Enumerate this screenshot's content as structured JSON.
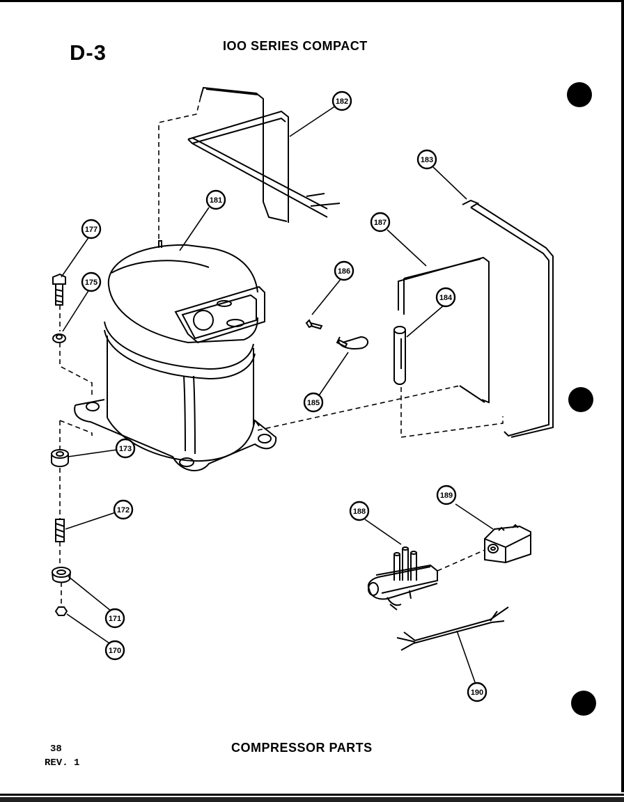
{
  "header": {
    "section_code": "D-3",
    "series_title": "IOO SERIES COMPACT"
  },
  "footer": {
    "title": "COMPRESSOR PARTS",
    "page_number": "38",
    "revision": "REV. 1"
  },
  "callouts": {
    "c170": "170",
    "c171": "171",
    "c172": "172",
    "c173": "173",
    "c175": "175",
    "c177": "177",
    "c181": "181",
    "c182": "182",
    "c183": "183",
    "c184": "184",
    "c185": "185",
    "c186": "186",
    "c187": "187",
    "c188": "188",
    "c189": "189",
    "c190": "190"
  }
}
